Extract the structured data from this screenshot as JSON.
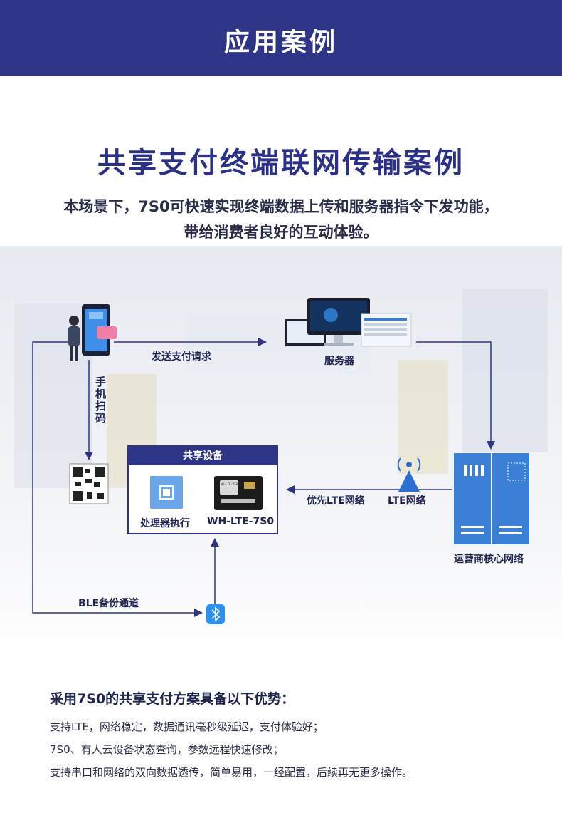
{
  "banner": {
    "title": "应用案例"
  },
  "case": {
    "title": "共享支付终端联网传输案例",
    "desc_line1": "本场景下，7S0可快速实现终端数据上传和服务器指令下发功能，",
    "desc_line2": "带给消费者良好的互动体验。"
  },
  "diagram": {
    "send_request": "发送支付请求",
    "server": "服务器",
    "phone_scan": "手机扫码",
    "shared_device": "共享设备",
    "processor": "处理器执行",
    "module": "WH-LTE-7S0",
    "preferred_lte": "优先LTE网络",
    "lte_network": "LTE网络",
    "core_network": "运营商核心网络",
    "ble_backup": "BLE备份通道",
    "module_chip_text": "WH-LTE-7S0"
  },
  "advantages": {
    "title": "采用7S0的共享支付方案具备以下优势：",
    "items": [
      "支持LTE，网络稳定，数据通讯毫秒级延迟，支付体验好；",
      "7S0、有人云设备状态查询，参数远程快速修改；",
      "支持串口和网络的双向数据透传，简单易用，一经配置，后续再无更多操作。"
    ]
  },
  "colors": {
    "brand": "#2e3486",
    "server_blue": "#3c7fd6",
    "bluetooth": "#2d8ff0",
    "card_pink": "#ef7fa8"
  }
}
